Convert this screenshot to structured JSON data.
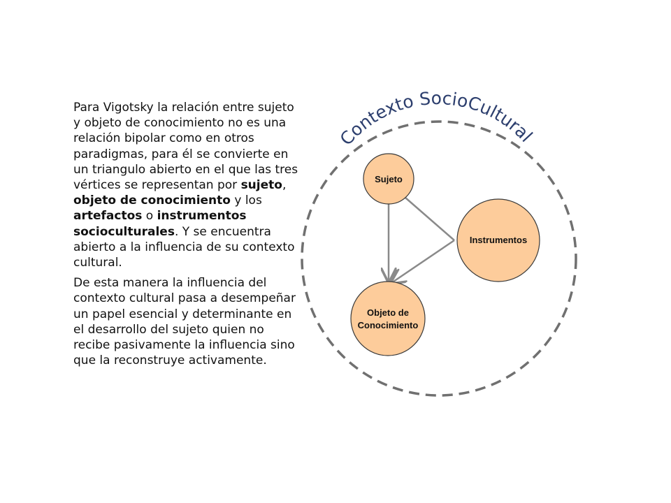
{
  "paragraphs": [
    [
      {
        "text": "Para Vigotsky la relación entre sujeto y objeto de conocimiento no es una relación bipolar como en otros paradigmas, para él se convierte en un triangulo abierto en el que las tres vértices se representan por ",
        "bold": false
      },
      {
        "text": "sujeto",
        "bold": true
      },
      {
        "text": ", ",
        "bold": false
      },
      {
        "text": "objeto de conocimiento",
        "bold": true
      },
      {
        "text": " y los ",
        "bold": false
      },
      {
        "text": "artefactos",
        "bold": true
      },
      {
        "text": " o ",
        "bold": false
      },
      {
        "text": "instrumentos socioculturales",
        "bold": true
      },
      {
        "text": ". Y se encuentra abierto a la influencia de su contexto cultural.",
        "bold": false
      }
    ],
    [
      {
        "text": "De esta manera la influencia del contexto cultural pasa a desempeñar un papel esencial y determinante en el desarrollo del sujeto quien no recibe pasivamente la influencia sino que la reconstruye activamente.",
        "bold": false
      }
    ]
  ],
  "diagram": {
    "context_title": "Contexto SocioCultural",
    "nodes": {
      "sujeto": "Sujeto",
      "instrumentos": "Instrumentos",
      "objeto_line1": "Objeto de",
      "objeto_line2": "Conocimiento"
    },
    "colors": {
      "node_fill": "#fdcc9b",
      "node_stroke": "#3a3a3a",
      "arrow": "#8a8a8a",
      "dashed_circle": "#707070",
      "title": "#2d3f6e"
    }
  }
}
